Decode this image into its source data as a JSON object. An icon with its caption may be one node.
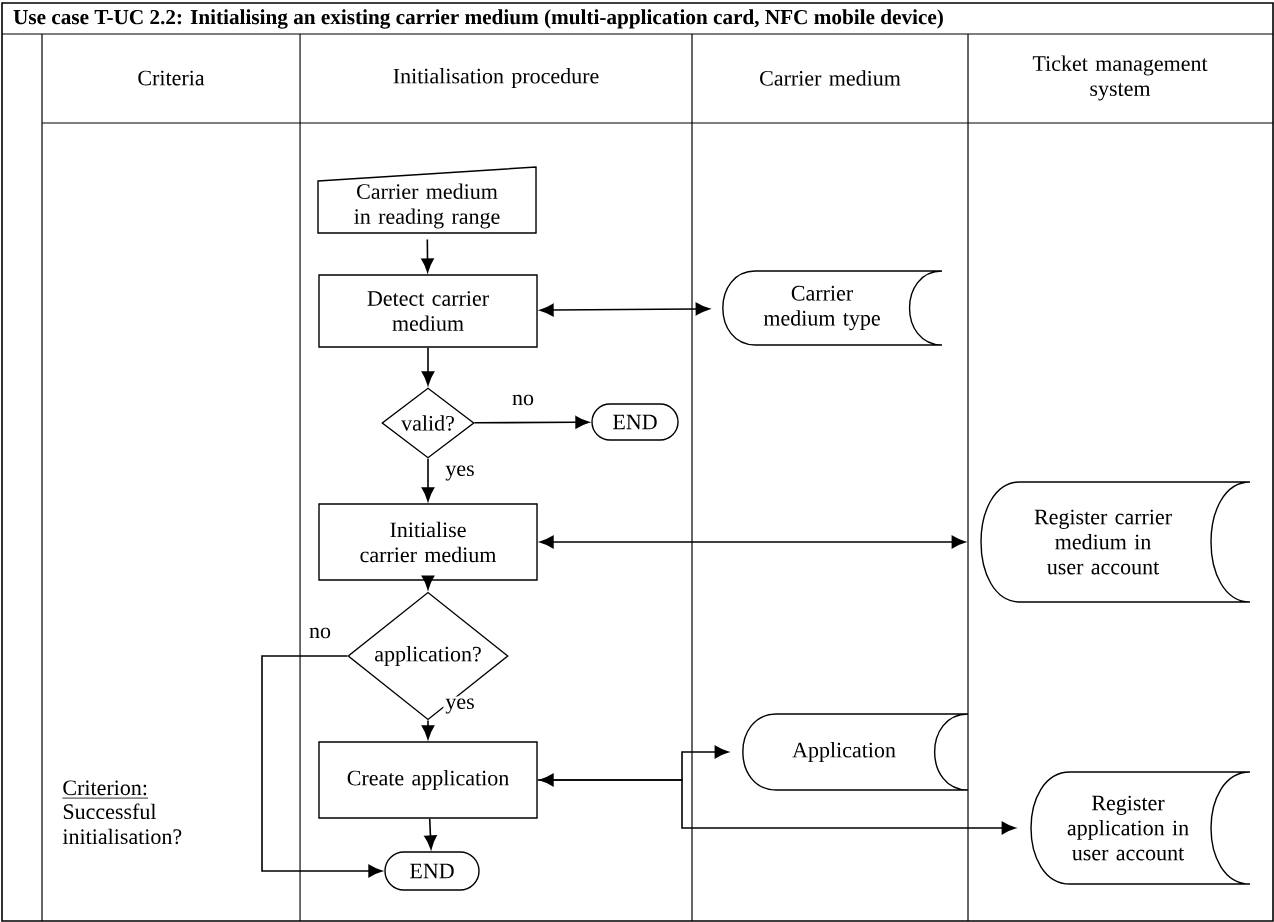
{
  "diagram": {
    "title": "Use case T-UC 2.2: Initialising an existing carrier medium (multi-application card, NFC mobile device)",
    "nodes": [
      {
        "text": [
          "Carrier medium in reading range"
        ]
      },
      {
        "text": [
          "Detect carrier medium"
        ]
      },
      {
        "text": [
          "Carrier medium type"
        ]
      },
      {
        "text": [
          "valid?"
        ]
      },
      {
        "text": [
          "END"
        ]
      },
      {
        "text": [
          "Initialise carrier medium"
        ]
      },
      {
        "text": [
          "Register carrier medium in user account"
        ]
      },
      {
        "text": [
          "application?"
        ]
      },
      {
        "text": [
          "Create application"
        ]
      },
      {
        "text": [
          "Application"
        ]
      },
      {
        "text": [
          "Register application in user account"
        ]
      },
      {
        "text": [
          "END"
        ]
      }
    ],
    "edges": [
      {
        "from": 0,
        "to": 1,
        "arrow": "to"
      },
      {
        "from": 1,
        "to": 2,
        "arrow": "both"
      },
      {
        "from": 1,
        "to": 3,
        "arrow": "to"
      },
      {
        "from": 3,
        "to": 4,
        "arrow": "to",
        "label": "no"
      },
      {
        "from": 3,
        "to": 5,
        "arrow": "to",
        "label": "yes"
      },
      {
        "from": 5,
        "to": 6,
        "arrow": "both"
      },
      {
        "from": 5,
        "to": 7,
        "arrow": "to"
      },
      {
        "from": 7,
        "to": 11,
        "arrow": "to",
        "label": "no"
      },
      {
        "from": 7,
        "to": 8,
        "arrow": "to",
        "label": "yes"
      },
      {
        "from": 8,
        "to": 11,
        "arrow": "to"
      },
      {
        "from": 8,
        "to": 9,
        "arrow": "both"
      },
      {
        "from": 8,
        "to": 10,
        "arrow": "to"
      }
    ],
    "labels": [
      "Criteria",
      "Initialisation procedure",
      "Carrier medium",
      "Ticket management system",
      "Criterion:",
      "Successful initialisation?"
    ]
  }
}
